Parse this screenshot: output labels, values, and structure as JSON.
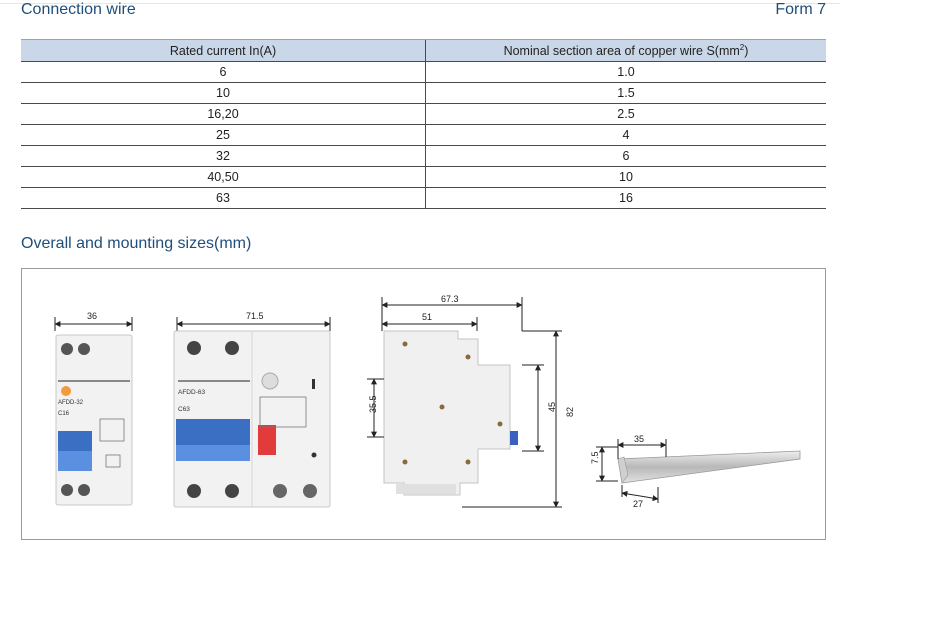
{
  "header": {
    "section_title": "Connection wire",
    "form_label": "Form 7"
  },
  "table": {
    "col1_header": "Rated current In(A)",
    "col2_header_main": "Nominal section area of copper wire S(mm",
    "col2_header_sup": "2",
    "col2_header_end": ")",
    "rows": [
      {
        "current": "6",
        "area": "1.0"
      },
      {
        "current": "10",
        "area": "1.5"
      },
      {
        "current": "16,20",
        "area": "2.5"
      },
      {
        "current": "25",
        "area": "4"
      },
      {
        "current": "32",
        "area": "6"
      },
      {
        "current": "40,50",
        "area": "10"
      },
      {
        "current": "63",
        "area": "16"
      }
    ]
  },
  "mounting": {
    "section_title": "Overall and mounting sizes(mm)",
    "dims": {
      "width_1p": "36",
      "width_2p": "71.5",
      "side_total": "67.3",
      "side_inner": "51",
      "side_rail": "35.5",
      "side_height_inner": "45",
      "side_height_total": "82",
      "rail_width": "35",
      "rail_height": "7.5",
      "rail_inner": "27"
    },
    "device_labels": {
      "left_model": "AFDD-32",
      "left_rating": "C16",
      "right_model": "AFDD-63",
      "right_rating": "C63"
    }
  }
}
